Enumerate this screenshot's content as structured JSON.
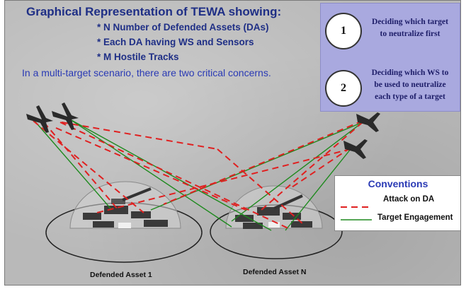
{
  "title": "Graphical Representation of TEWA showing:",
  "bullets": [
    "* N Number of Defended Assets (DAs)",
    "* Each DA having WS and Sensors",
    "* M Hostile Tracks"
  ],
  "scenario": "In  a multi-target scenario, there are two critical concerns.",
  "concerns": [
    {
      "number": "1",
      "lines": [
        "Deciding which target",
        "to neutralize first"
      ]
    },
    {
      "number": "2",
      "lines": [
        "Deciding which WS to",
        "be used to neutralize",
        "each type of a target"
      ]
    }
  ],
  "conventions": {
    "title": "Conventions",
    "attack_label": "Attack on DA",
    "engagement_label": "Target Engagement"
  },
  "assets": [
    {
      "caption": "Defended Asset 1"
    },
    {
      "caption": "Defended Asset N"
    }
  ],
  "colors": {
    "attack": "#e02020",
    "engagement": "#1e8a1e",
    "title_text": "#1f2f86",
    "concern_panel": "#a9a9df"
  }
}
